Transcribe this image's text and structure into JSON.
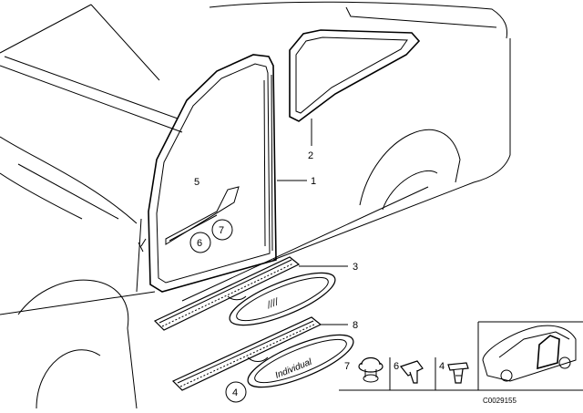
{
  "diagram": {
    "callouts": {
      "c1": "1",
      "c2": "2",
      "c3": "3",
      "c4": "4",
      "c5": "5",
      "c6": "6",
      "c7": "7",
      "c8": "8"
    },
    "circled": {
      "c6": "6",
      "c7": "7",
      "c4": "4"
    },
    "legend": {
      "item7": "7",
      "item6": "6",
      "item4": "4"
    },
    "plate_text": {
      "plate3": "////",
      "plate8": "Individual"
    },
    "code": "C0029155"
  }
}
